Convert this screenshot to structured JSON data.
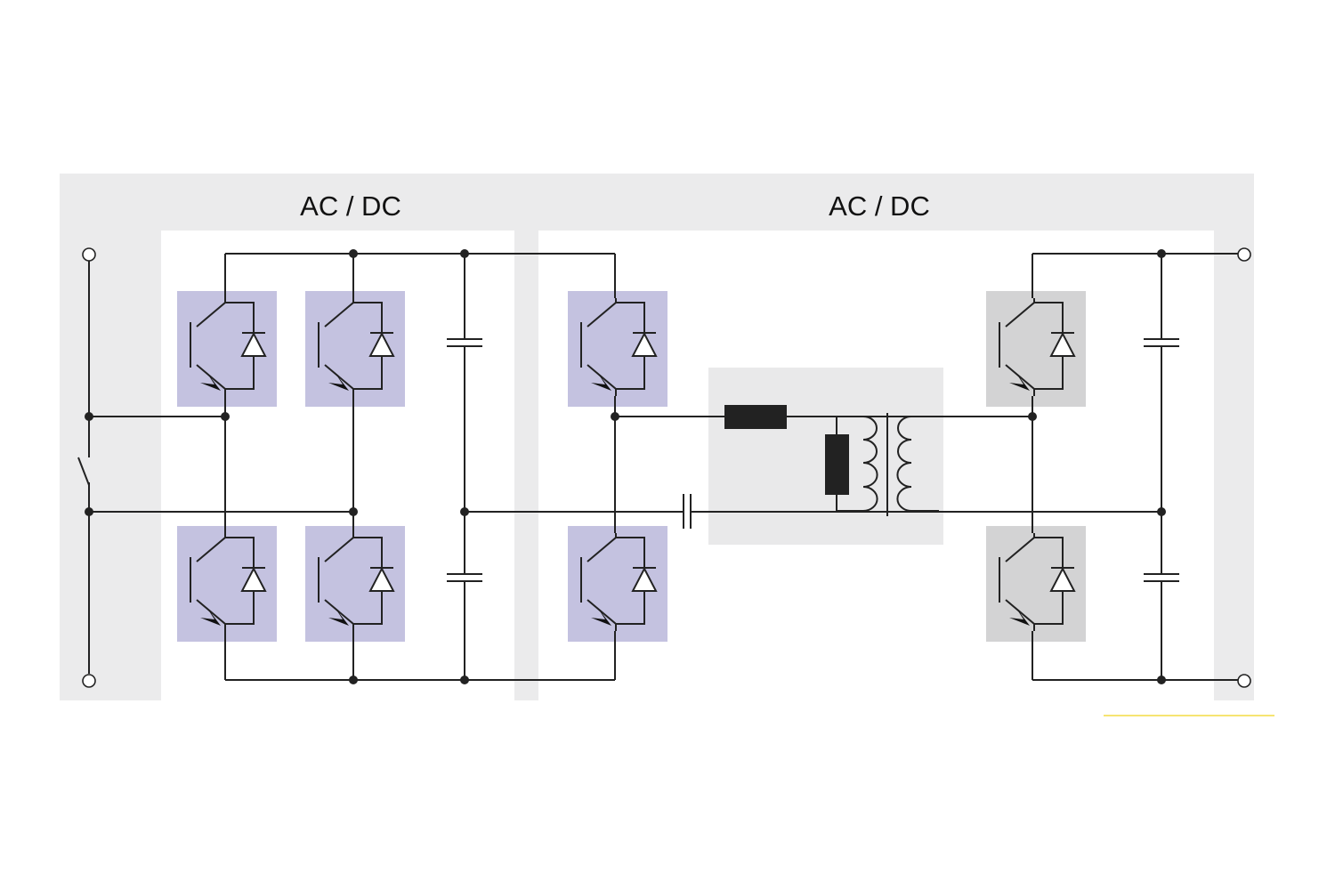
{
  "sections": [
    {
      "title": "AC / DC"
    },
    {
      "title": "AC / DC"
    }
  ],
  "colors": {
    "panel": "#ebebec",
    "inner": "#ffffff",
    "tank": "#e9e9ea",
    "switch_primary": "#c4c2e0",
    "switch_secondary": "#d3d3d4",
    "wire": "#222222",
    "accent_line": "#f3dc43"
  },
  "components": {
    "igbt_count": 8,
    "capacitor_count": 5,
    "series_capacitor_count": 1,
    "inductor_count": 2,
    "transformer_count": 1,
    "switch_count": 1,
    "terminal_count": 4
  }
}
